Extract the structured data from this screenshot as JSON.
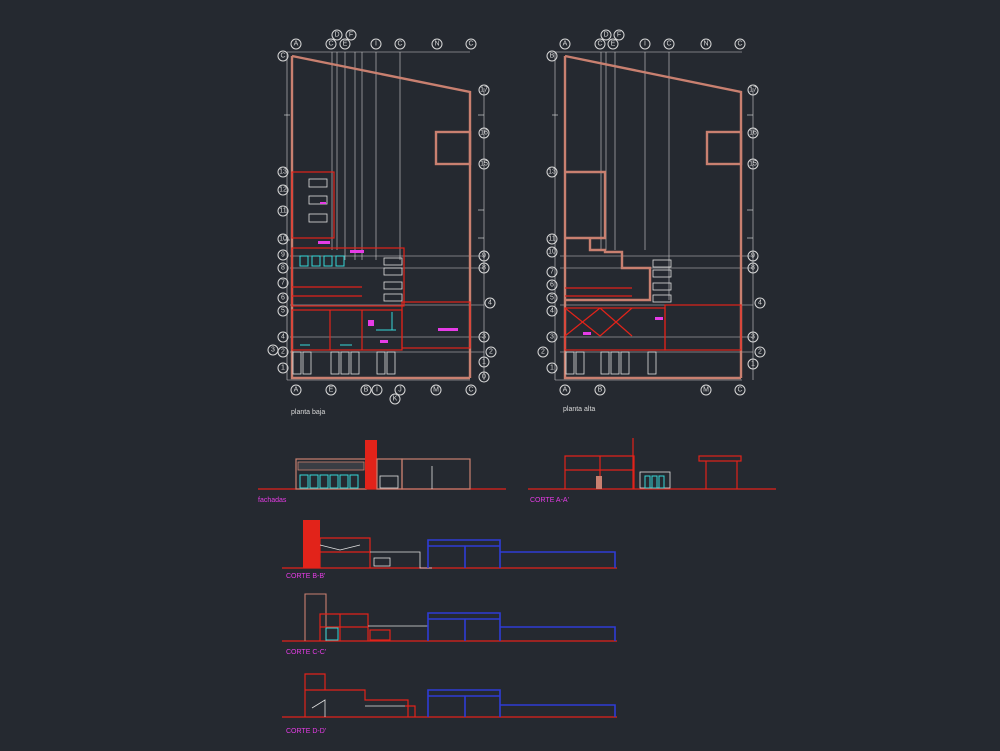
{
  "drawing": {
    "plan_labels": {
      "ground": "planta baja",
      "upper": "planta alta"
    },
    "section_labels": {
      "facades": "fachadas",
      "section_a": "CORTE  A-A'",
      "section_b": "CORTE  B-B'",
      "section_c": "CORTE  C-C'",
      "section_d": "CORTE  D-D'"
    },
    "ground_plan_top_bubbles": [
      "A",
      "C",
      "D",
      "E",
      "F",
      "I",
      "C",
      "N",
      "C"
    ],
    "ground_plan_bottom_bubbles": [
      "A",
      "E",
      "B",
      "I",
      "J",
      "K",
      "M",
      "C"
    ],
    "ground_plan_left_bubbles": [
      "C",
      "13",
      "12",
      "11",
      "10",
      "9",
      "8",
      "7",
      "6",
      "5",
      "4",
      "3",
      "2",
      "1"
    ],
    "ground_plan_right_bubbles": [
      "17",
      "16",
      "15",
      "9",
      "8",
      "4",
      "3",
      "2",
      "1",
      "0"
    ],
    "upper_plan_top_bubbles": [
      "A",
      "C",
      "D",
      "E",
      "F",
      "I",
      "C",
      "N",
      "C"
    ],
    "upper_plan_bottom_bubbles": [
      "A",
      "B",
      "M",
      "C"
    ],
    "upper_plan_left_bubbles": [
      "B",
      "13",
      "11",
      "10",
      "7",
      "6",
      "5",
      "4",
      "3",
      "2",
      "1"
    ],
    "upper_plan_right_bubbles": [
      "17",
      "16",
      "15",
      "9",
      "8",
      "4",
      "3",
      "2",
      "1"
    ],
    "colors": {
      "background": "#252930",
      "perimeter": "#c98070",
      "red": "#e2231a",
      "cyan": "#35d8d8",
      "magenta": "#e63ce6",
      "blue": "#2e3cd6",
      "white": "#e0e0e0"
    }
  }
}
